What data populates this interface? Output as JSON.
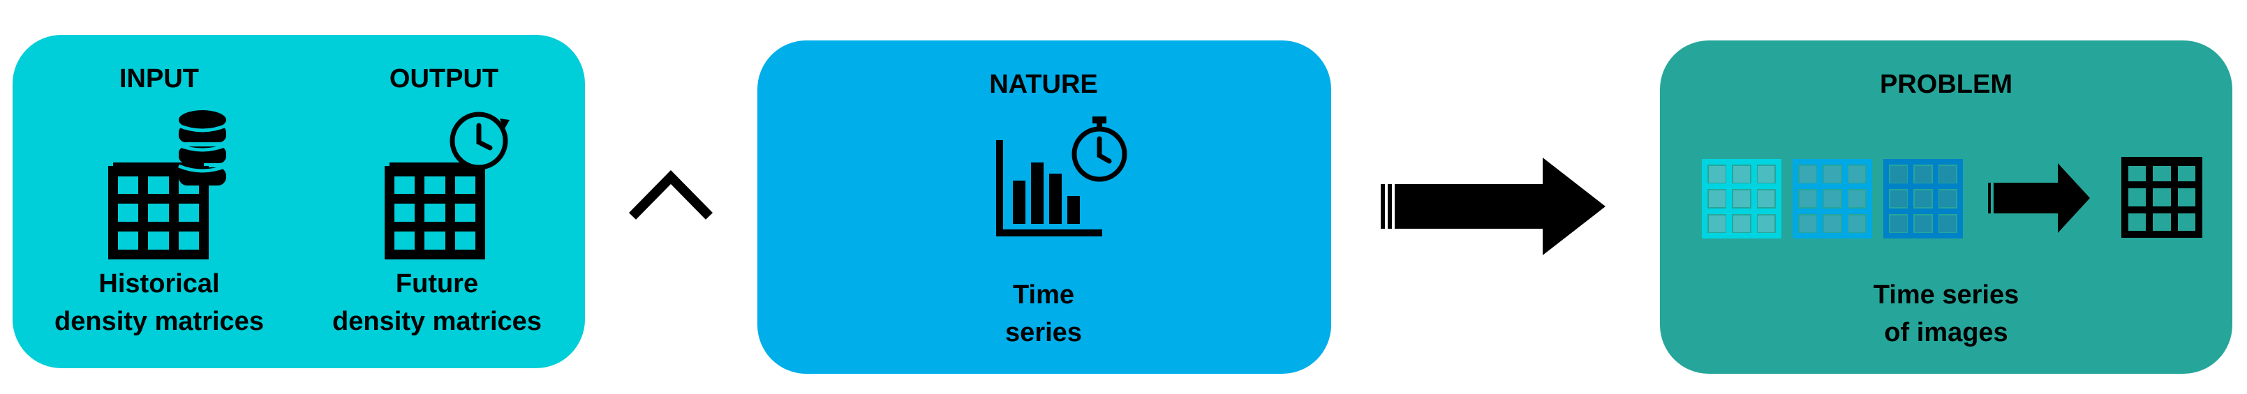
{
  "colors": {
    "io_panel": "#00ced8",
    "nature_panel": "#00aeea",
    "problem_panel": "#26a69a",
    "grid_light": "#00d4e0",
    "grid_mid": "#00a8e4",
    "grid_dark": "#0082c8",
    "ink": "#000000"
  },
  "io_panel": {
    "input": {
      "heading": "INPUT",
      "caption_line1": "Historical",
      "caption_line2": "density matrices",
      "icons": [
        "grid-icon",
        "database-icon"
      ]
    },
    "output": {
      "heading": "OUTPUT",
      "caption_line1": "Future",
      "caption_line2": "density matrices",
      "icons": [
        "grid-icon",
        "clock-refresh-icon"
      ]
    }
  },
  "connector_symbol": "chevron-up-icon",
  "nature_panel": {
    "heading": "NATURE",
    "caption_line1": "Time",
    "caption_line2": "series",
    "icons": [
      "bar-chart-icon",
      "stopwatch-icon"
    ]
  },
  "main_arrow": "right-arrow-icon",
  "problem_panel": {
    "heading": "PROBLEM",
    "caption_line1": "Time series",
    "caption_line2": "of images",
    "icons": [
      "grid-icon",
      "grid-icon",
      "grid-icon",
      "right-arrow-icon",
      "grid-icon"
    ]
  }
}
